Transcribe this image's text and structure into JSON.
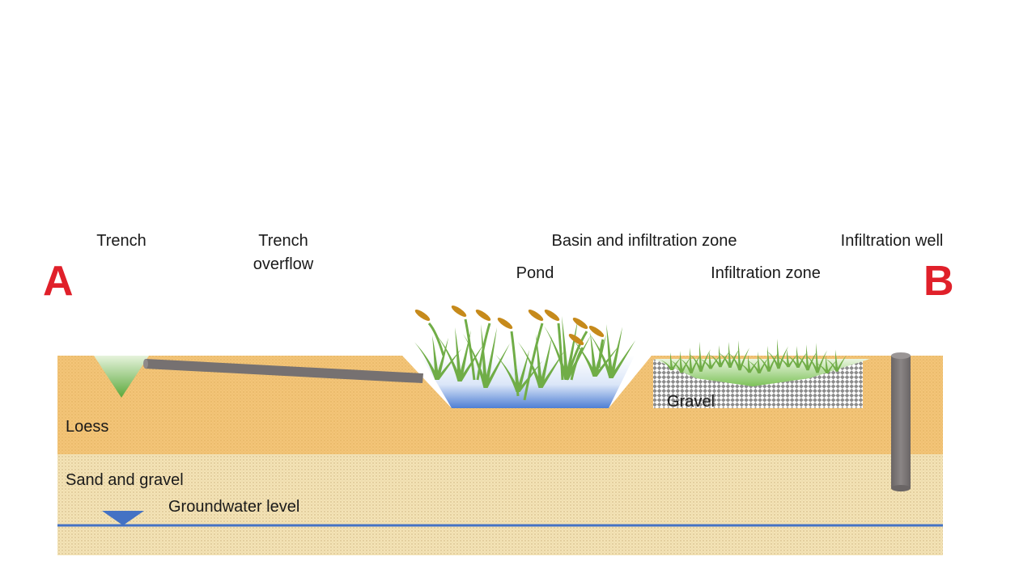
{
  "markers": {
    "start": "A",
    "end": "B",
    "color": "#e0202a"
  },
  "labels": {
    "trench": "Trench",
    "trench_overflow": "Trench overflow",
    "basin_and_infiltration_zone": "Basin and infiltration zone",
    "pond": "Pond",
    "infiltration_zone": "Infiltration zone",
    "infiltration_well": "Infiltration well",
    "gravel": "Gravel",
    "loess": "Loess",
    "sand_and_gravel": "Sand and gravel",
    "groundwater_level": "Groundwater level"
  },
  "colors": {
    "loess": "#f3c578",
    "sand_and_gravel": "#f4e3b6",
    "groundwater": "#4472c4",
    "pipe": "#767171",
    "vegetation": "#70ad47",
    "cattail": "#c68a1b",
    "water": "#5b86d6"
  },
  "icons": {
    "groundwater_marker": "inverted-triangle-icon"
  }
}
